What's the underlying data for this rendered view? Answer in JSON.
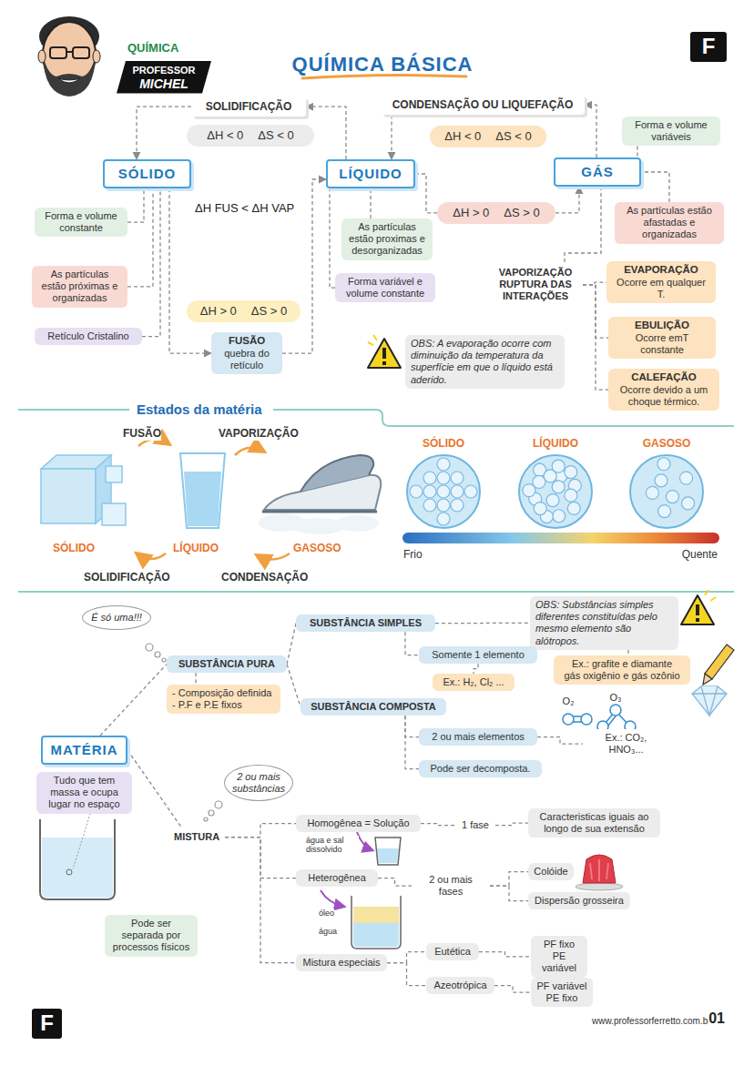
{
  "diagram": {
    "title": "QUÍMICA BÁSICA",
    "nodes": [
      {
        "text": [
          "PROFESSOR",
          "MICHEL"
        ]
      },
      {
        "text": [
          "F"
        ]
      },
      {
        "text": [
          "SOLIDIFICAÇÃO"
        ]
      },
      {
        "text": [
          "ΔH < 0",
          "ΔS < 0"
        ]
      },
      {
        "text": [
          "CONDENSAÇÃO OU LIQUEFAÇÃO"
        ]
      },
      {
        "text": [
          "ΔH < 0",
          "ΔS < 0"
        ]
      },
      {
        "text": [
          "Forma e volume variáveis"
        ]
      },
      {
        "text": [
          "SÓLIDO"
        ]
      },
      {
        "text": [
          "LÍQUIDO"
        ]
      },
      {
        "text": [
          "GÁS"
        ]
      },
      {
        "text": [
          "Forma e volume constante"
        ]
      },
      {
        "text": [
          "ΔH > 0",
          "ΔS > 0"
        ]
      },
      {
        "text": [
          "As partículas estão afastadas e organizadas"
        ]
      },
      {
        "text": [
          "As partículas estão proximas e desorganizadas"
        ]
      },
      {
        "text": [
          "As partículas estão próximas e organizadas"
        ]
      },
      {
        "text": [
          "Forma variável e volume constante"
        ]
      },
      {
        "text": [
          "VAPORIZAÇÃO",
          "RUPTURA DAS INTERAÇÕES"
        ]
      },
      {
        "text": [
          "EVAPORAÇÃO",
          "Ocorre em qualquer T."
        ]
      },
      {
        "text": [
          "ΔH > 0",
          "ΔS > 0"
        ]
      },
      {
        "text": [
          "EBULIÇÃO",
          "Ocorre emT constante"
        ]
      },
      {
        "text": [
          "Retículo Cristalino"
        ]
      },
      {
        "text": [
          "FUSÃO",
          "quebra do retículo"
        ]
      },
      {
        "text": [
          "OBS: A evaporação ocorre com diminuição da temperatura da superfície em que o líquido está aderido."
        ]
      },
      {
        "text": [
          "CALEFAÇÃO",
          "Ocorre devido a um choque térmico."
        ]
      },
      {
        "text": [
          "É só uma!!!"
        ]
      },
      {
        "text": [
          "SUBSTÂNCIA SIMPLES"
        ]
      },
      {
        "text": [
          "OBS: Substâncias simples diferentes constituídas pelo mesmo elemento são alótropos."
        ]
      },
      {
        "text": [
          "Somente 1 elemento"
        ]
      },
      {
        "text": [
          "SUBSTÂNCIA PURA"
        ]
      },
      {
        "text": [
          "Ex.: H₂, Cl₂ ..."
        ]
      },
      {
        "text": [
          "Ex.: grafite e diamante",
          "gás oxigênio e gás ozônio"
        ]
      },
      {
        "text": [
          "- Composição definida",
          "- P.F e P.E fixos"
        ]
      },
      {
        "text": [
          "SUBSTÂNCIA COMPOSTA"
        ]
      },
      {
        "text": [
          "MATÉRIA"
        ]
      },
      {
        "text": [
          "2 ou mais elementos"
        ]
      },
      {
        "text": [
          "Ex.: CO₂, HNO₃..."
        ]
      },
      {
        "text": [
          "Tudo que tem massa e ocupa lugar no espaço"
        ]
      },
      {
        "text": [
          "Pode ser decomposta."
        ]
      },
      {
        "text": [
          "2 ou mais substâncias"
        ]
      },
      {
        "text": [
          "MISTURA"
        ]
      },
      {
        "text": [
          "Homogênea = Solução"
        ]
      },
      {
        "text": [
          "1 fase"
        ]
      },
      {
        "text": [
          "Caracteristicas iguais ao longo de sua extensão"
        ]
      },
      {
        "text": [
          "Heterogênea"
        ]
      },
      {
        "text": [
          "2 ou mais fases"
        ]
      },
      {
        "text": [
          "Colóide"
        ]
      },
      {
        "text": [
          "Dispersão grosseira"
        ]
      },
      {
        "text": [
          "Pode ser separada por processos físicos"
        ]
      },
      {
        "text": [
          "Mistura especiais"
        ]
      },
      {
        "text": [
          "Eutética"
        ]
      },
      {
        "text": [
          "PF fixo",
          "PE variável"
        ]
      },
      {
        "text": [
          "Azeotrópica"
        ]
      },
      {
        "text": [
          "PF variável",
          "PE fixo"
        ]
      },
      {
        "text": [
          "F"
        ]
      }
    ],
    "edges": [
      {
        "from": 8,
        "to": 2,
        "arrow": "to"
      },
      {
        "from": 2,
        "to": 7,
        "arrow": "to"
      },
      {
        "from": 9,
        "to": 4,
        "arrow": "to"
      },
      {
        "from": 4,
        "to": 8,
        "arrow": "to"
      },
      {
        "from": 7,
        "to": 21,
        "arrow": "to"
      },
      {
        "from": 21,
        "to": 8,
        "arrow": "to"
      },
      {
        "from": 8,
        "to": 11,
        "arrow": "none"
      },
      {
        "from": 11,
        "to": 9,
        "arrow": "to"
      },
      {
        "from": 10,
        "to": 7,
        "arrow": "none"
      },
      {
        "from": 14,
        "to": 7,
        "arrow": "none"
      },
      {
        "from": 20,
        "to": 7,
        "arrow": "none"
      },
      {
        "from": 13,
        "to": 8,
        "arrow": "none"
      },
      {
        "from": 15,
        "to": 8,
        "arrow": "none"
      },
      {
        "from": 6,
        "to": 9,
        "arrow": "none"
      },
      {
        "from": 12,
        "to": 9,
        "arrow": "none"
      },
      {
        "from": 9,
        "to": 16,
        "arrow": "none"
      },
      {
        "from": 16,
        "to": 17,
        "arrow": "none"
      },
      {
        "from": 16,
        "to": 19,
        "arrow": "none"
      },
      {
        "from": 16,
        "to": 23,
        "arrow": "none"
      },
      {
        "from": 33,
        "to": 28,
        "arrow": "none"
      },
      {
        "from": 28,
        "to": 25,
        "arrow": "none"
      },
      {
        "from": 28,
        "to": 32,
        "arrow": "none"
      },
      {
        "from": 25,
        "to": 27,
        "arrow": "none"
      },
      {
        "from": 27,
        "to": 29,
        "arrow": "none"
      },
      {
        "from": 25,
        "to": 26,
        "arrow": "none"
      },
      {
        "from": 26,
        "to": 30,
        "arrow": "none"
      },
      {
        "from": 28,
        "to": 31,
        "arrow": "none"
      },
      {
        "from": 32,
        "to": 34,
        "arrow": "none"
      },
      {
        "from": 34,
        "to": 35,
        "arrow": "none"
      },
      {
        "from": 32,
        "to": 37,
        "arrow": "none"
      },
      {
        "from": 33,
        "to": 39,
        "arrow": "none"
      },
      {
        "from": 39,
        "to": 40,
        "arrow": "none"
      },
      {
        "from": 40,
        "to": 41,
        "arrow": "none"
      },
      {
        "from": 41,
        "to": 42,
        "arrow": "none"
      },
      {
        "from": 39,
        "to": 43,
        "arrow": "none"
      },
      {
        "from": 43,
        "to": 44,
        "arrow": "none"
      },
      {
        "from": 44,
        "to": 45,
        "arrow": "none"
      },
      {
        "from": 44,
        "to": 46,
        "arrow": "none"
      },
      {
        "from": 39,
        "to": 48,
        "arrow": "none"
      },
      {
        "from": 48,
        "to": 49,
        "arrow": "none"
      },
      {
        "from": 49,
        "to": 50,
        "arrow": "none"
      },
      {
        "from": 48,
        "to": 51,
        "arrow": "none"
      },
      {
        "from": 51,
        "to": 52,
        "arrow": "none"
      }
    ],
    "labels": [
      "QUÍMICA",
      "ΔH FUS < ΔH VAP",
      "Estados da matéria",
      "FUSÃO",
      "VAPORIZAÇÃO",
      "SÓLIDO",
      "LÍQUIDO",
      "GASOSO",
      "SOLIDIFICAÇÃO",
      "CONDENSAÇÃO",
      "SÓLIDO",
      "LÍQUIDO",
      "GASOSO",
      "Frio",
      "Quente",
      "O₂",
      "O₃",
      "água e sal dissolvido",
      "óleo",
      "água",
      "www.professorferretto.com.br/",
      "01"
    ]
  }
}
